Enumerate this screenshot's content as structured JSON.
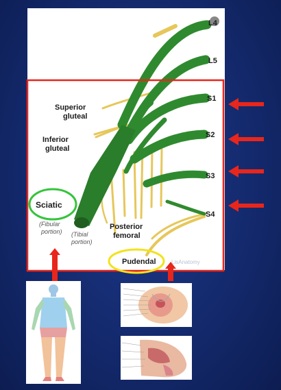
{
  "nerve_roots": {
    "l4": "L4",
    "l5": "L5",
    "s1": "S1",
    "s2": "S2",
    "s3": "S3",
    "s4": "S4"
  },
  "nerves": {
    "superior_gluteal": [
      "Superior",
      "gluteal"
    ],
    "inferior_gluteal": [
      "Inferior",
      "gluteal"
    ],
    "sciatic": "Sciatic",
    "fibular_portion": [
      "(Fibular",
      "portion)"
    ],
    "tibial_portion": [
      "(Tibial",
      "portion)"
    ],
    "posterior_femoral": [
      "Posterior",
      "femoral"
    ],
    "pudendal": "Pudendal"
  },
  "watermark": "LisAnatomy",
  "colors": {
    "background": "#172f7a",
    "nerve_green": "#2f8a2f",
    "nerve_yellow": "#e6c75a",
    "highlight_red": "#e8261c",
    "circle_green": "#35c43b",
    "circle_yellow": "#f2e21a"
  }
}
